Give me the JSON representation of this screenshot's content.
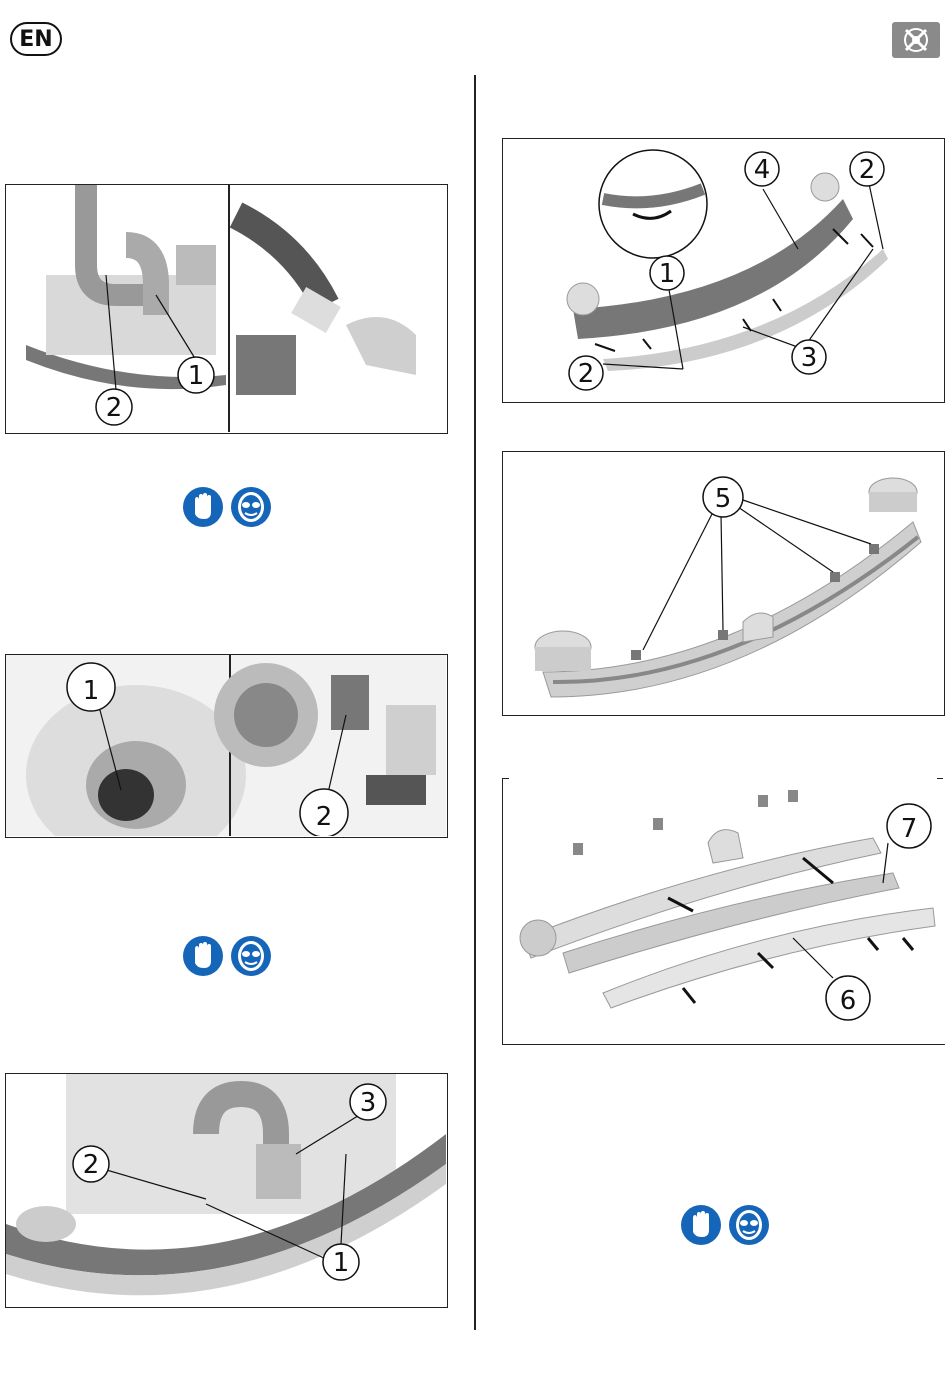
{
  "header": {
    "language": "EN",
    "service_icon": "tools-icon"
  },
  "figures": [
    {
      "id": "fig1",
      "callouts": [
        "1",
        "2"
      ]
    },
    {
      "id": "fig2",
      "callouts": [
        "1",
        "2"
      ]
    },
    {
      "id": "fig3",
      "callouts": [
        "1",
        "2",
        "3"
      ]
    },
    {
      "id": "fig4",
      "callouts": [
        "1",
        "2",
        "3",
        "4",
        "2",
        "3"
      ]
    },
    {
      "id": "fig5",
      "callouts": [
        "5"
      ]
    },
    {
      "id": "fig6",
      "callouts": [
        "6",
        "7"
      ]
    }
  ],
  "ppe": {
    "icons": [
      "gloves-icon",
      "safety-goggles-icon"
    ],
    "color": "#1565b8"
  }
}
